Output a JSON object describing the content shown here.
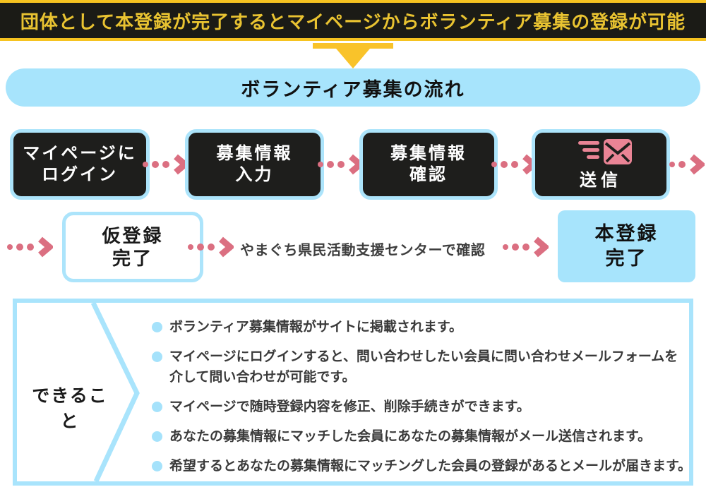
{
  "banner": {
    "text": "団体として本登録が完了するとマイページからボランティア募集の登録が可能"
  },
  "flow_title": {
    "text": "ボランティア募集の流れ"
  },
  "steps": {
    "login": {
      "line1": "マイページに",
      "line2": "ログイン"
    },
    "input": {
      "line1": "募集情報",
      "line2": "入力"
    },
    "confirm": {
      "line1": "募集情報",
      "line2": "確認"
    },
    "send": {
      "label": "送信",
      "icon": "send-mail-icon"
    },
    "temp_done": {
      "line1": "仮登録",
      "line2": "完了"
    },
    "center_note": "やまぐち県民活動支援センターで確認",
    "final_done": {
      "line1": "本登録",
      "line2": "完了"
    }
  },
  "capabilities": {
    "label": "できること",
    "items": [
      {
        "lines": [
          "ボランティア募集情報がサイトに掲載されます。"
        ]
      },
      {
        "lines": [
          "マイページにログインすると、問い合わせしたい会員に問い合わせメールフォームを",
          "介して問い合わせが可能です。"
        ]
      },
      {
        "lines": [
          "マイページで随時登録内容を修正、削除手続きができます。"
        ]
      },
      {
        "lines": [
          "あなたの募集情報にマッチした会員にあなたの募集情報がメール送信されます。"
        ]
      },
      {
        "lines": [
          "希望するとあなたの募集情報にマッチングした会員の登録があるとメールが届きます。"
        ]
      }
    ]
  },
  "colors": {
    "yellow": "#F6C320",
    "banner_bg": "#1B1B16",
    "banner_text": "#E9C331",
    "light_blue": "#A7E4FC",
    "dark_box": "#1E1E1C",
    "arrow_pink": "#DB6F81",
    "envelope_pink": "#EA8495",
    "body_text": "#3A3A3A"
  }
}
